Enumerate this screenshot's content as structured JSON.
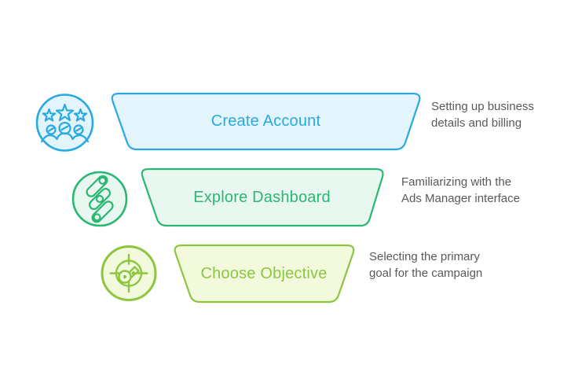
{
  "diagram": {
    "type": "funnel-steps",
    "background": "#ffffff",
    "steps": [
      {
        "label": "Create Account",
        "desc_line1": "Setting up business",
        "desc_line2": "details and billing",
        "icon": "team-rating-icon",
        "stroke_color": "#29A9E1",
        "fill_color": "#E3F4FC"
      },
      {
        "label": "Explore Dashboard",
        "desc_line1": "Familiarizing with the",
        "desc_line2": "Ads Manager interface",
        "icon": "sliders-icon",
        "stroke_color": "#2BB673",
        "fill_color": "#E8F8F0"
      },
      {
        "label": "Choose Objective",
        "desc_line1": "Selecting the primary",
        "desc_line2": "goal for the campaign",
        "icon": "target-gauge-icon",
        "stroke_color": "#8CC63F",
        "fill_color": "#F3F9DD"
      }
    ],
    "text_color": "#58595B"
  }
}
